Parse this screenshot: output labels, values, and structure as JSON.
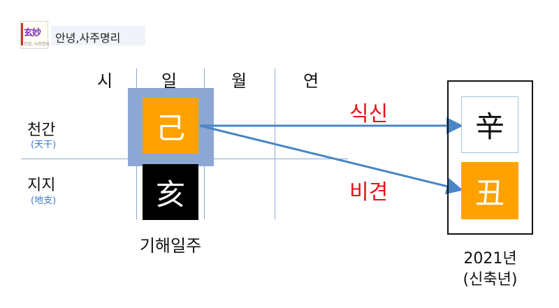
{
  "header": {
    "logo_text": "玄妙",
    "logo_subtext": "안녕, 사주명리",
    "title": "안녕,사주명리"
  },
  "columns": [
    "시",
    "일",
    "월",
    "연"
  ],
  "rows": [
    {
      "label": "천간",
      "hanja": "(天干)"
    },
    {
      "label": "지지",
      "hanja": "(地支)"
    }
  ],
  "day_pillar": {
    "stem": "己",
    "branch": "亥",
    "label": "기해일주"
  },
  "relations": [
    {
      "label": "식신",
      "target": "辛"
    },
    {
      "label": "비견",
      "target": "丑"
    }
  ],
  "year_pillar": {
    "stem": "辛",
    "branch": "丑",
    "year": "2021년",
    "name": "(신축년)"
  },
  "colors": {
    "orange": "#ffa200",
    "highlight": "#8da7d4",
    "arrow": "#4a86c5",
    "relation_text": "#e8101a",
    "hanja_text": "#3c7bd0"
  }
}
